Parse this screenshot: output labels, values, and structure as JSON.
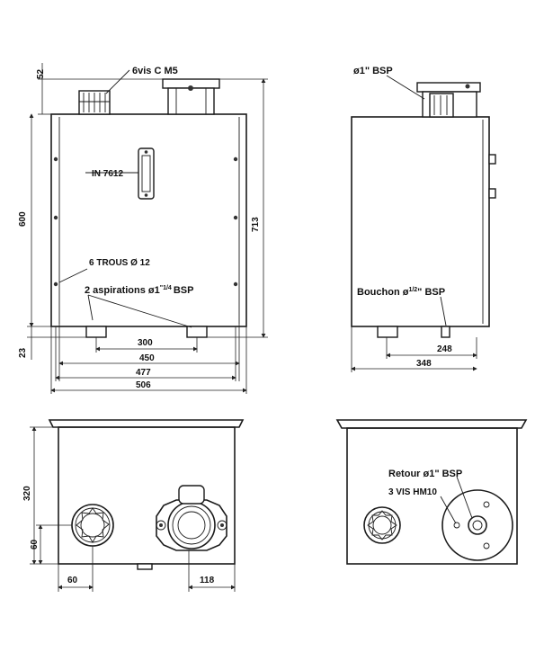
{
  "labels": {
    "screws_top": "6vis C M5",
    "level_gauge": "IN 7612",
    "mount_holes": "6 TROUS Ø 12",
    "suctions_pre": "2 aspirations ø1",
    "suctions_sup": "\"",
    "suctions_frac": "1/4",
    "suctions_post": "BSP",
    "filler": "ø1\" BSP",
    "drain_pre": "Bouchon ø",
    "drain_frac": "1/2",
    "drain_post": "\" BSP",
    "return": "Retour ø1\" BSP",
    "screws_return": "3 VIS HM10"
  },
  "dims": {
    "d52": "52",
    "d600": "600",
    "d713": "713",
    "d23": "23",
    "d300": "300",
    "d450": "450",
    "d477": "477",
    "d506": "506",
    "d248": "248",
    "d348": "348",
    "d320": "320",
    "d60v": "60",
    "d60h": "60",
    "d118": "118"
  }
}
